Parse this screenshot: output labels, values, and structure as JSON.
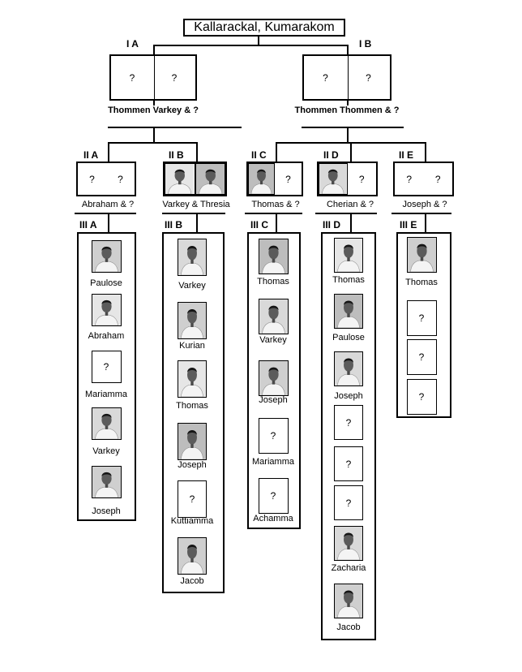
{
  "title": "Kallarackal, Kumarakom",
  "generation1": [
    {
      "label": "I A",
      "spouses": [
        "?",
        "?"
      ],
      "couple": "Thommen Varkey & ?"
    },
    {
      "label": "I B",
      "spouses": [
        "?",
        "?"
      ],
      "couple": "Thommen Thommen & ?"
    }
  ],
  "generation2": [
    {
      "label": "II A",
      "couple": "Abraham & ?",
      "left": "?",
      "right": "?"
    },
    {
      "label": "II B",
      "couple": "Varkey & Thresia",
      "left": "",
      "right": ""
    },
    {
      "label": "II C",
      "couple": "Thomas & ?",
      "left": "",
      "right": "?"
    },
    {
      "label": "II D",
      "couple": "Cherian & ?",
      "left": "",
      "right": "?"
    },
    {
      "label": "II E",
      "couple": "Joseph & ?",
      "left": "?",
      "right": "?"
    }
  ],
  "generation3": [
    {
      "label": "III A",
      "children": [
        {
          "name": "Paulose",
          "photo": true
        },
        {
          "name": "Abraham",
          "photo": true
        },
        {
          "name": "Mariamma",
          "photo": false,
          "mark": "?"
        },
        {
          "name": "Varkey",
          "photo": true
        },
        {
          "name": "Joseph",
          "photo": true
        }
      ]
    },
    {
      "label": "III B",
      "children": [
        {
          "name": "Varkey",
          "photo": true
        },
        {
          "name": "Kurian",
          "photo": true
        },
        {
          "name": "Thomas",
          "photo": true
        },
        {
          "name": "Joseph",
          "photo": true
        },
        {
          "name": "Kuttiamma",
          "photo": false,
          "mark": "?"
        },
        {
          "name": "Jacob",
          "photo": true
        }
      ]
    },
    {
      "label": "III C",
      "children": [
        {
          "name": "Thomas",
          "photo": true
        },
        {
          "name": "Varkey",
          "photo": true
        },
        {
          "name": "Joseph",
          "photo": true
        },
        {
          "name": "Mariamma",
          "photo": false,
          "mark": "?"
        },
        {
          "name": "Achamma",
          "photo": false,
          "mark": "?"
        }
      ]
    },
    {
      "label": "III D",
      "children": [
        {
          "name": "Thomas",
          "photo": true
        },
        {
          "name": "Paulose",
          "photo": true
        },
        {
          "name": "Joseph",
          "photo": true
        },
        {
          "name": "",
          "photo": false,
          "mark": "?"
        },
        {
          "name": "",
          "photo": false,
          "mark": "?"
        },
        {
          "name": "",
          "photo": false,
          "mark": "?"
        },
        {
          "name": "Zacharia",
          "photo": true
        },
        {
          "name": "Jacob",
          "photo": true
        }
      ]
    },
    {
      "label": "III E",
      "children": [
        {
          "name": "Thomas",
          "photo": true
        },
        {
          "name": "",
          "photo": false,
          "mark": "?"
        },
        {
          "name": "",
          "photo": false,
          "mark": "?"
        },
        {
          "name": "",
          "photo": false,
          "mark": "?"
        }
      ]
    }
  ]
}
